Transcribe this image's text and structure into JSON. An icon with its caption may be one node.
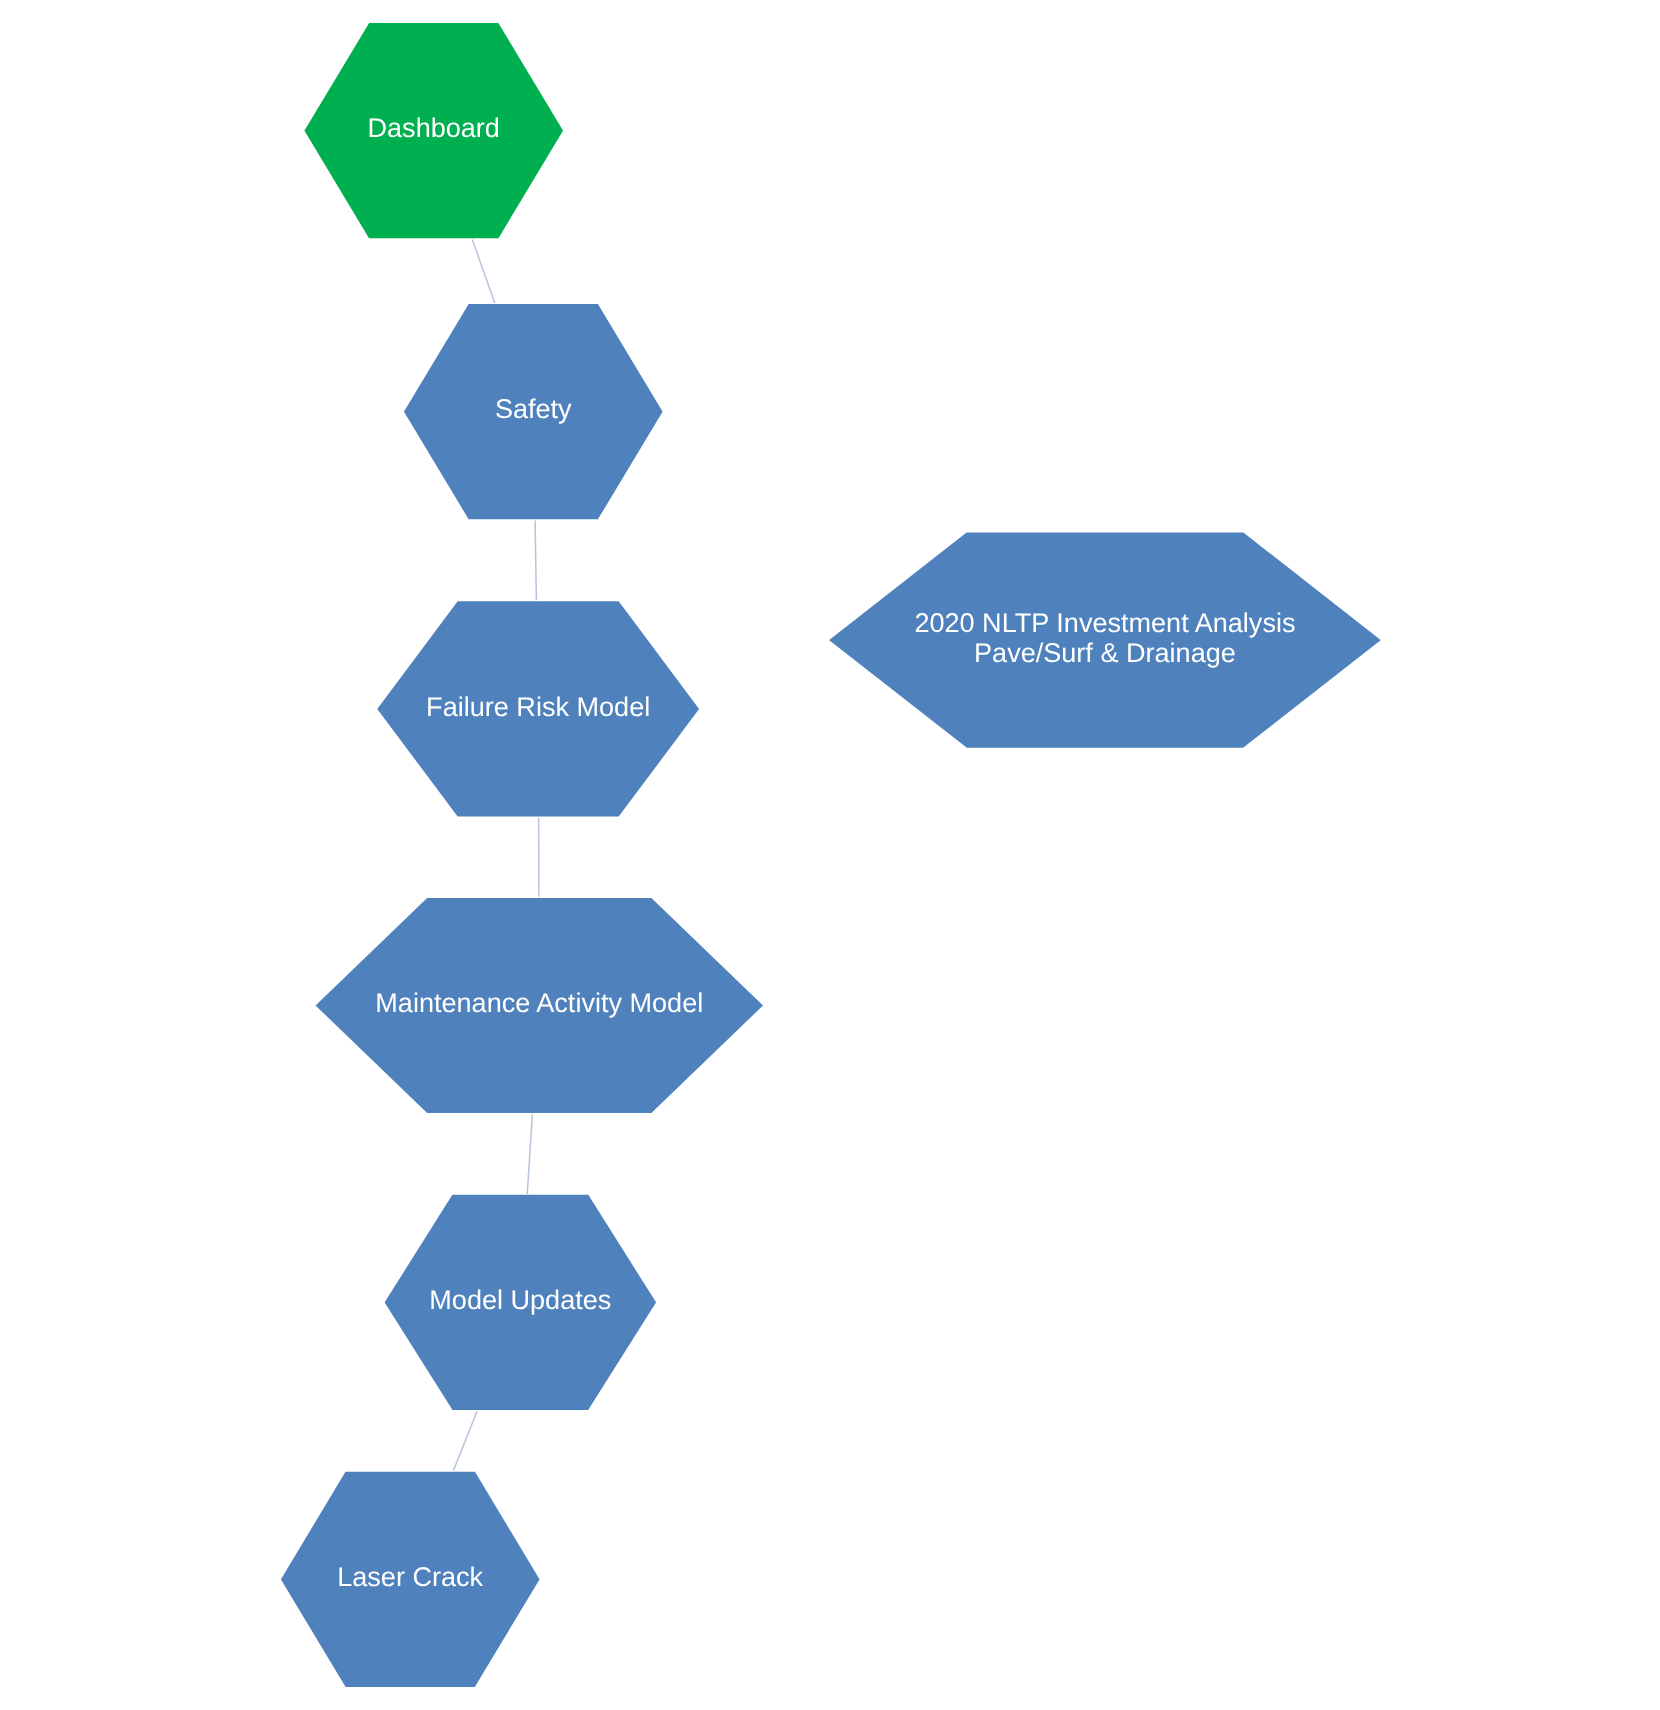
{
  "diagram": {
    "nodes": [
      {
        "text": [
          "Laser Crack"
        ]
      },
      {
        "text": [
          "Model Updates"
        ]
      },
      {
        "text": [
          "Maintenance Activity Model"
        ]
      },
      {
        "text": [
          "Failure Risk Model"
        ]
      },
      {
        "text": [
          "Safety"
        ]
      },
      {
        "text": [
          "Dashboard"
        ]
      },
      {
        "text": [
          "2020 NLTP Investment Analysis",
          "Pave/Surf & Drainage"
        ]
      }
    ],
    "edges": [
      {
        "from": 0,
        "to": 1,
        "arrow": "none"
      },
      {
        "from": 1,
        "to": 2,
        "arrow": "none"
      },
      {
        "from": 2,
        "to": 3,
        "arrow": "none"
      },
      {
        "from": 3,
        "to": 4,
        "arrow": "none"
      },
      {
        "from": 4,
        "to": 5,
        "arrow": "none"
      }
    ]
  }
}
